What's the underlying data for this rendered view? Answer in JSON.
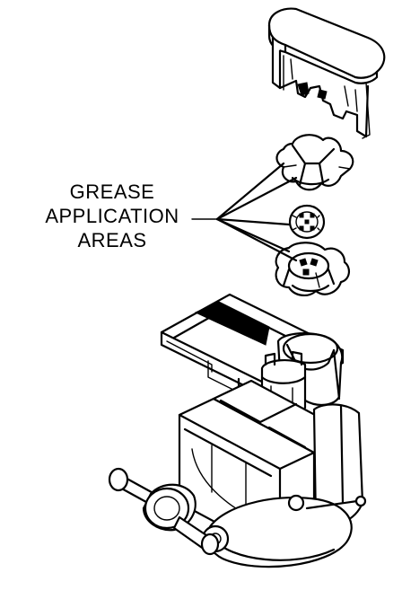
{
  "callout": {
    "lines": [
      "GREASE",
      "APPLICATION",
      "AREAS"
    ]
  },
  "colors": {
    "ink": "#000000",
    "background": "#ffffff"
  }
}
